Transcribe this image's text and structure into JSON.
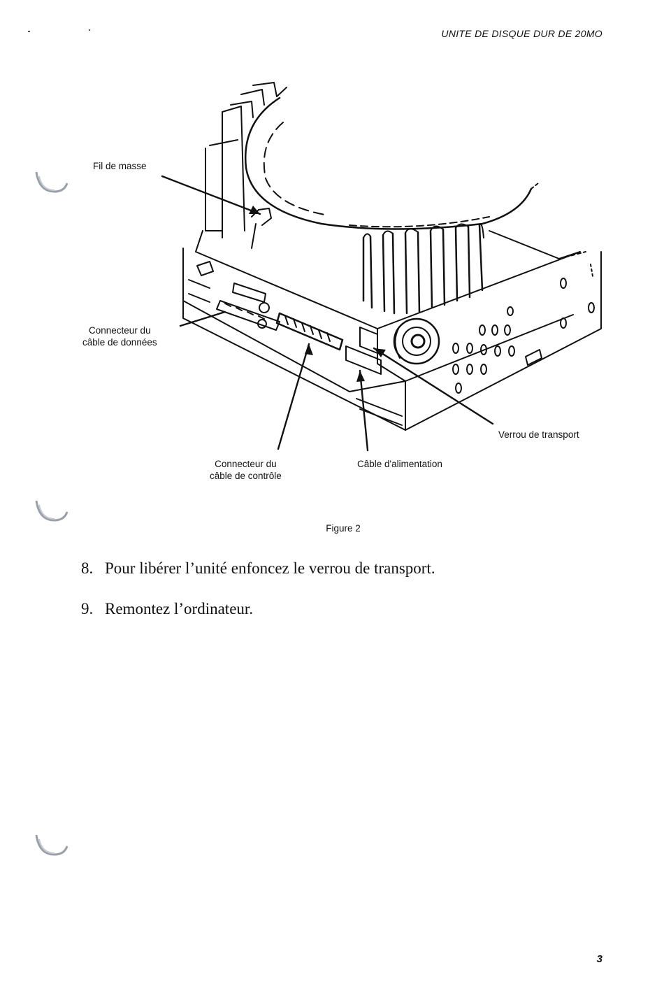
{
  "header": {
    "running_title": "UNITE DE DISQUE DUR DE 20MO"
  },
  "figure": {
    "labels": {
      "ground_wire": "Fil de masse",
      "data_connector": [
        "Connecteur du",
        "câble de données"
      ],
      "control_connector": [
        "Connecteur du",
        "câble de contrôle"
      ],
      "power_cable": "Câble d'alimentation",
      "shipping_lock": "Verrou de transport"
    },
    "caption": "Figure 2"
  },
  "steps": [
    {
      "number": "8.",
      "text": "Pour libérer l’unité enfoncez le verrou de transport."
    },
    {
      "number": "9.",
      "text": "Remontez l’ordinateur."
    }
  ],
  "footer": {
    "page_number": "3"
  }
}
